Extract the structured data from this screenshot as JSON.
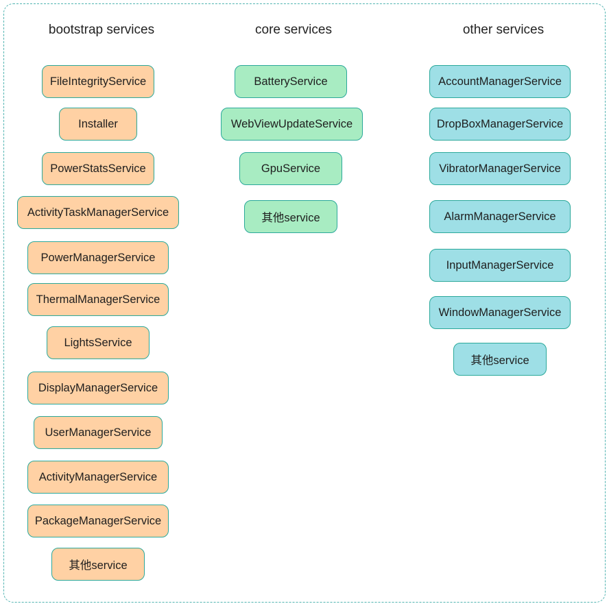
{
  "columns": {
    "bootstrap": {
      "title": "bootstrap services",
      "items": [
        "FileIntegrityService",
        "Installer",
        "PowerStatsService",
        "ActivityTaskManagerService",
        "PowerManagerService",
        "ThermalManagerService",
        "LightsService",
        "DisplayManagerService",
        "UserManagerService",
        "ActivityManagerService",
        "PackageManagerService",
        "其他service"
      ],
      "color": "#ffd1a4"
    },
    "core": {
      "title": "core services",
      "items": [
        "BatteryService",
        "WebViewUpdateService",
        "GpuService",
        "其他service"
      ],
      "color": "#a8ecc2"
    },
    "other": {
      "title": "other services",
      "items": [
        "AccountManagerService",
        "DropBoxManagerService",
        "VibratorManagerService",
        "AlarmManagerService",
        "InputManagerService",
        "WindowManagerService",
        "其他service"
      ],
      "color": "#9edfe6"
    }
  },
  "border_color": "#2aa89a"
}
